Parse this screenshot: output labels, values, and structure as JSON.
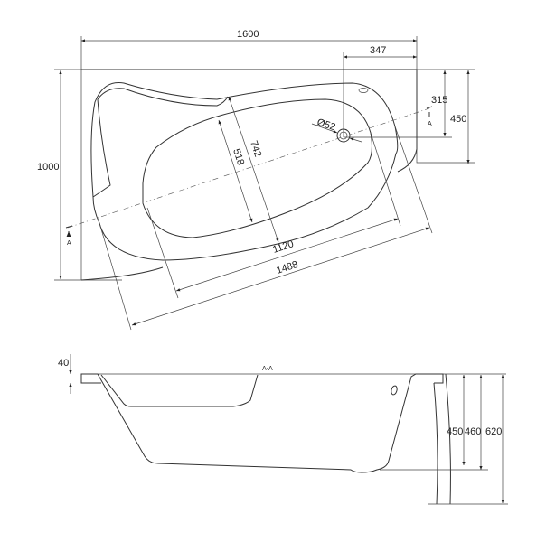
{
  "plan_view": {
    "dims": {
      "width_total": "1600",
      "drain_offset_x": "347",
      "depth_total": "1000",
      "drain_offset_y": "315",
      "right_side_depth": "450",
      "drain_diameter": "Ø52",
      "inner_width": "518",
      "outer_width": "742",
      "inner_length": "1120",
      "outer_length": "1488"
    },
    "section_marker": "A"
  },
  "section_view": {
    "title": "A-A",
    "dims": {
      "rim_thickness": "40",
      "inner_depth": "450",
      "depth_460": "460",
      "total_height": "620"
    }
  }
}
